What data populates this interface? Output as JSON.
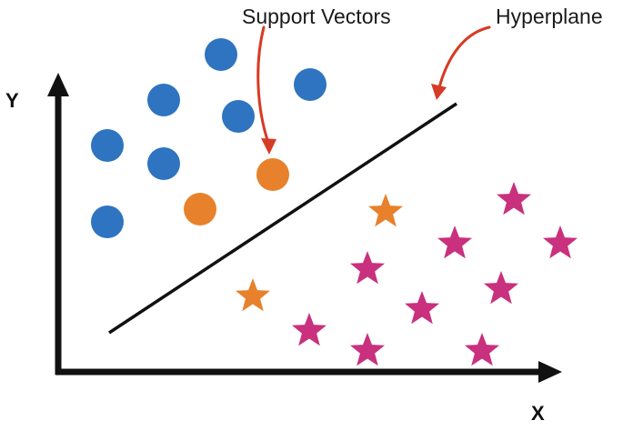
{
  "axes": {
    "x_label": "X",
    "y_label": "Y"
  },
  "annotations": {
    "support_vectors": "Support Vectors",
    "hyperplane": "Hyperplane"
  },
  "colors": {
    "axis": "#111111",
    "hyperplane": "#111111",
    "circle_class": "#2e74c0",
    "star_class": "#c9307d",
    "support_vector": "#e8812b",
    "arrow": "#d63b25"
  },
  "legend_icons": {
    "class_a": "circle",
    "class_b": "star"
  }
}
